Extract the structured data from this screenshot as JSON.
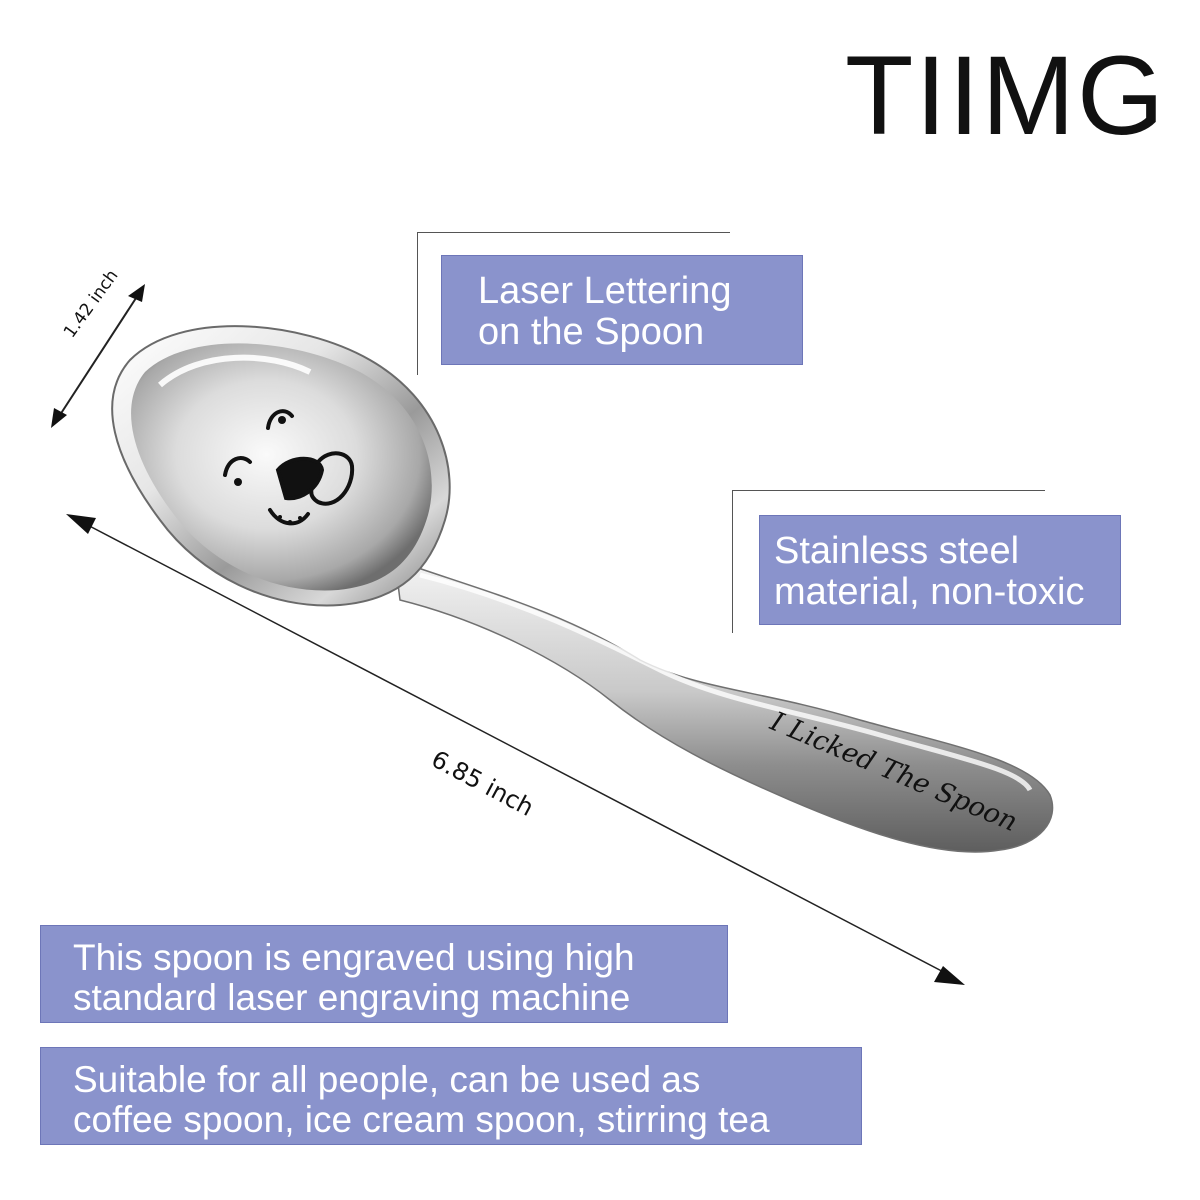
{
  "brand": "TIIMG",
  "callouts": {
    "laser": "Laser Lettering\non the Spoon",
    "steel": "Stainless steel\nmaterial, non-toxic",
    "engrave": "This spoon is engraved using high\nstandard laser engraving machine",
    "suitable": "Suitable for all people, can be used as\ncoffee spoon, ice cream spoon, stirring tea"
  },
  "dimensions": {
    "width": "1.42 inch",
    "length": "6.85 inch"
  },
  "engraving": "I Licked The Spoon",
  "colors": {
    "callout_bg": "#8a93cc",
    "callout_text": "#ffffff",
    "steel_light": "#f2f2f2",
    "steel_dark": "#8c8c8c"
  },
  "images": [
    "stainless-steel-spoon",
    "dog-face-engraving"
  ]
}
